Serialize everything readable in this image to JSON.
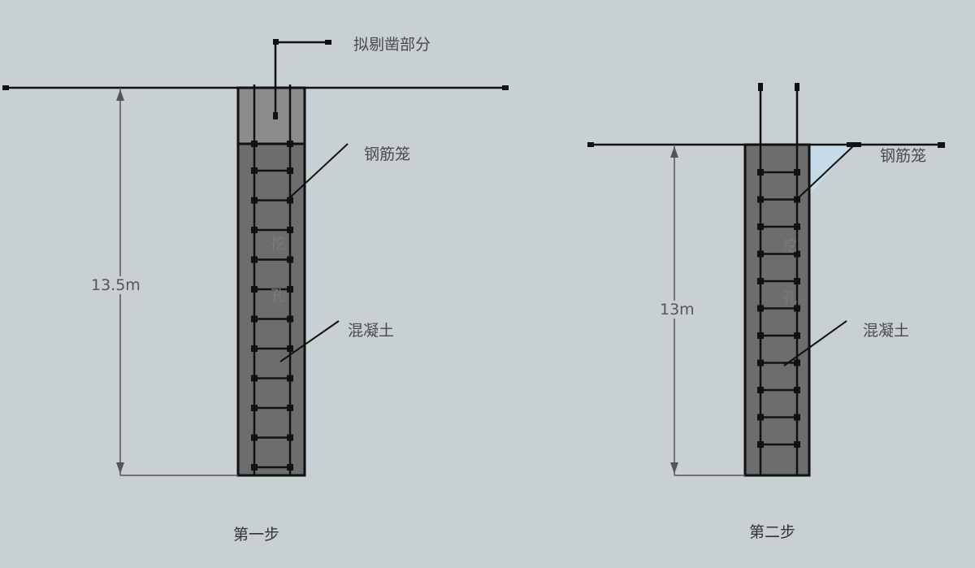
{
  "step1": {
    "title": "第一步",
    "label_top": "拟剔凿部分",
    "label_cage": "钢筋笼",
    "label_concrete": "混凝土",
    "depth": "13.5m",
    "pile_text": [
      "挖",
      "孔"
    ]
  },
  "step2": {
    "title": "第二步",
    "label_cage": "钢筋笼",
    "label_concrete": "混凝土",
    "depth": "13m",
    "pile_text": [
      "挖",
      "孔"
    ]
  },
  "colors": {
    "background": "#c9d0d3",
    "concrete": "#6d6d6d",
    "chipped": "#8c8c8c",
    "fill_gap": "#c6dbe8"
  }
}
